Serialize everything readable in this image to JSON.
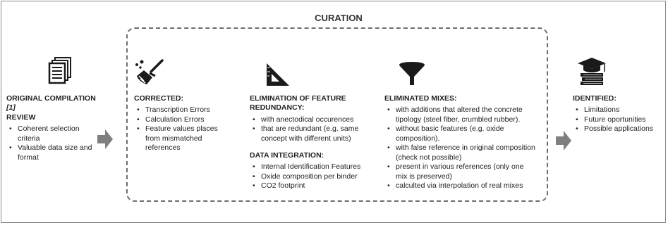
{
  "curation": {
    "title": "CURATION"
  },
  "original": {
    "heading_line1": "ORIGINAL COMPILATION ",
    "citation": "[1]",
    "heading_line2": "REVIEW",
    "items": [
      "Coherent selection criteria",
      "Valuable data size and format"
    ]
  },
  "corrected": {
    "heading": "CORRECTED:",
    "items": [
      "Transcription Errors",
      "Calculation Errors",
      "Feature values places from mismatched references"
    ]
  },
  "redundancy": {
    "heading": "ELIMINATION OF FEATURE REDUNDANCY:",
    "items": [
      "with anectodical occurences",
      "that are redundant (e.g. same concept with different units)"
    ]
  },
  "integration": {
    "heading": "DATA INTEGRATION:",
    "items": [
      "Internal Identification Features",
      "Oxide composition per binder",
      "CO2 footprint"
    ]
  },
  "eliminated": {
    "heading": "ELIMINATED MIXES:",
    "items": [
      "with additions that altered  the concrete tipology (steel fiber, crumbled rubber).",
      "without basic features (e.g. oxide composition).",
      "with false reference in original composition (check not possible)",
      "present in various references (only one mix is preserved)",
      "calculted via interpolation of real mixes"
    ]
  },
  "identified": {
    "heading": "IDENTIFIED:",
    "items": [
      "Limitations",
      "Future oportunities",
      "Possible applications"
    ]
  },
  "icons": [
    "documents-icon",
    "broom-icon",
    "set-square-icon",
    "funnel-icon",
    "graduation-cap-icon"
  ],
  "colors": {
    "icon": "#1a1a1a",
    "arrow": "#7f7f7f",
    "border": "#6e6e6e"
  }
}
